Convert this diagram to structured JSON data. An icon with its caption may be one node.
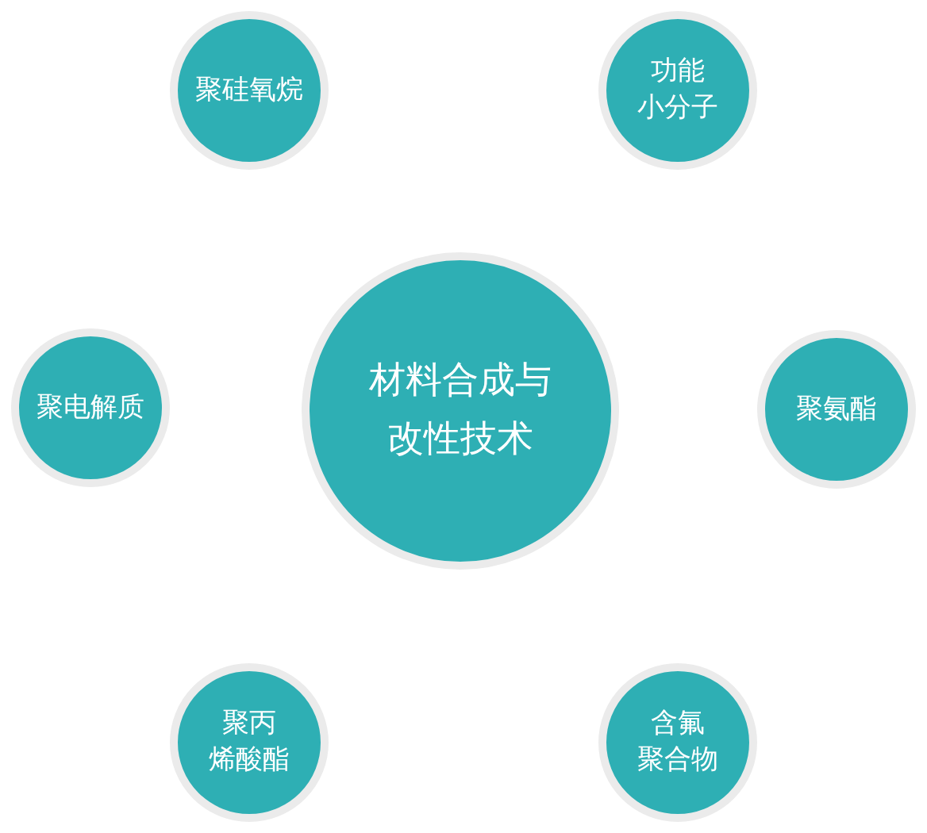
{
  "diagram": {
    "nodes": [
      {
        "text": [
          "聚硅氧烷"
        ]
      },
      {
        "text": [
          "功能小分子"
        ]
      },
      {
        "text": [
          "聚电解质"
        ]
      },
      {
        "text": [
          "材料合成与改性技术"
        ]
      },
      {
        "text": [
          "聚氨酯"
        ]
      },
      {
        "text": [
          "聚丙烯酸酯"
        ]
      },
      {
        "text": [
          "含氟聚合物"
        ]
      }
    ]
  }
}
